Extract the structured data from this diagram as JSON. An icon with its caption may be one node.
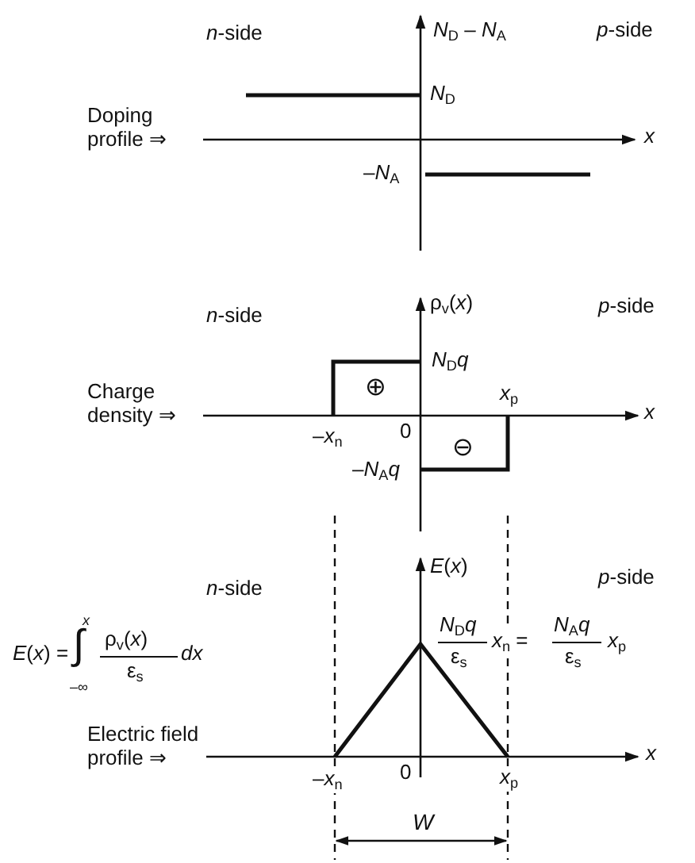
{
  "diagram": {
    "labels": [
      "*n*-side",
      "*N*$_{D}$ – *N*$_{A}$",
      "*p*-side",
      "*N*$_{D}$",
      "Doping profile ⇒",
      "x",
      "–*N*$_{A}$",
      "*n*-side",
      "ρ$_{v}$(*x*)",
      "*p*-side",
      "*N*$_{D}$*q*",
      "⊕",
      "*x*$_{p}$",
      "Charge density ⇒",
      "x",
      "–*x*$_{n}$",
      "0",
      "⊖",
      "–*N*$_{A}$*q*",
      "*E*(*x*)",
      "*p*-side",
      "*n*-side",
      "*E*(*x*) =",
      "∫",
      "x",
      "–∞",
      "ρ$_{v}$(*x*)",
      "ε$_{s}$",
      "dx",
      "*N*$_{D}$*q*",
      "ε$_{s}$",
      "*x*$_{n}$ =",
      "*N*$_{A}$*q*",
      "ε$_{s}$",
      "*x*$_{p}$",
      "Electric field profile ⇒",
      "x",
      "–*x*$_{n}$",
      "0",
      "*x*$_{p}$",
      "W"
    ]
  }
}
